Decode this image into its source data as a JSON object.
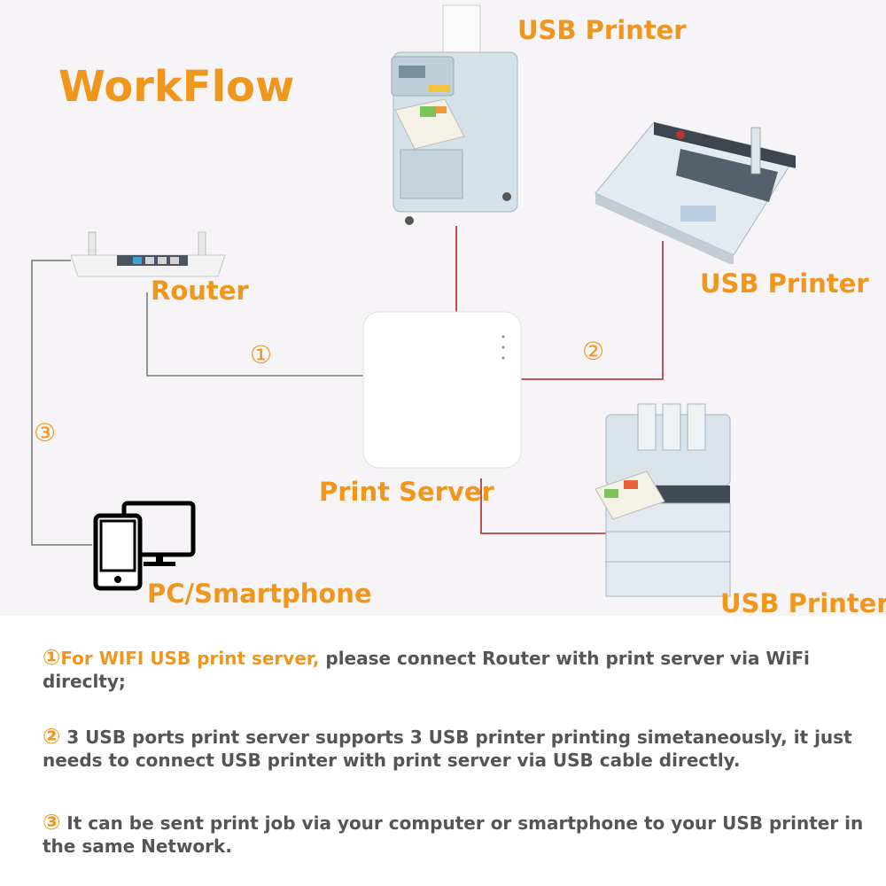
{
  "diagram": {
    "title": "WorkFlow",
    "labels": {
      "printer_top": "USB Printer",
      "printer_right": "USB Printer",
      "printer_bottom": "USB Printer",
      "router": "Router",
      "print_server": "Print Server",
      "pc": "PC/Smartphone"
    },
    "connection_numbers": {
      "one": "①",
      "two": "②",
      "three": "③"
    },
    "colors": {
      "accent": "#f0961b",
      "usb_cable": "#a82a2a",
      "network_line": "#777777",
      "text": "#555555"
    }
  },
  "notes": [
    {
      "marker": "①",
      "highlight": "For WIFI USB print server,",
      "text": " please connect Router with print server via WiFi direclty;"
    },
    {
      "marker": "②",
      "highlight": "",
      "text": " 3 USB ports print server supports 3 USB printer printing simetaneously, it just needs to connect USB printer with print server via USB cable directly."
    },
    {
      "marker": "③",
      "highlight": "",
      "text": " It can be sent print job via your computer or smartphone to your USB printer in the same Network."
    }
  ]
}
